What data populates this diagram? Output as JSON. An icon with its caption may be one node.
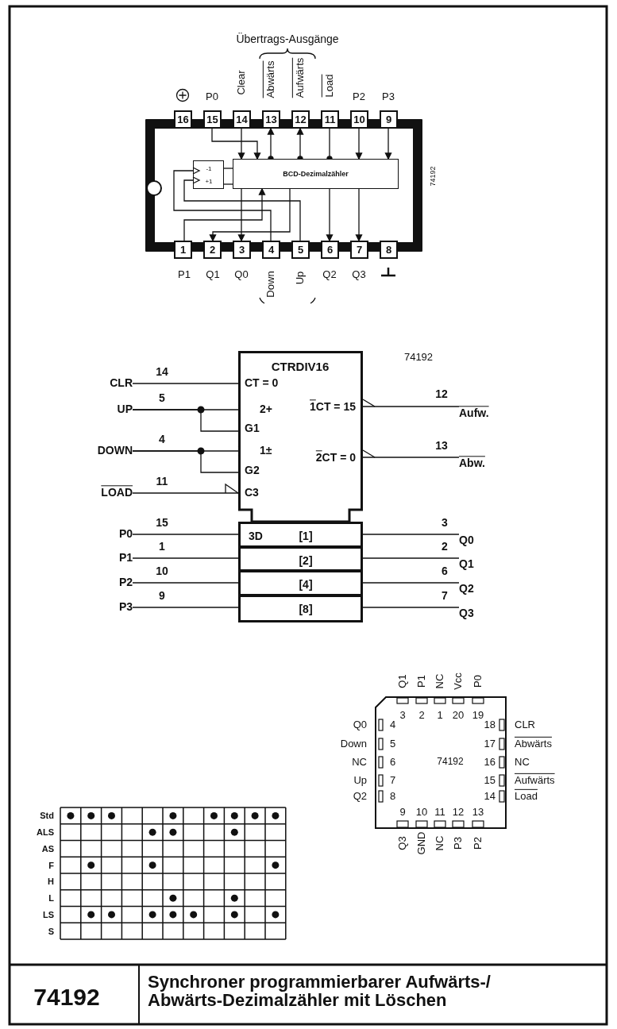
{
  "diagram": {
    "title": "Synchroner programmierbarer Aufwärts-/ Abwärts-Dezimalzähler mit Löschen",
    "nodes": [
      {
        "text": [],
        "shape": "box",
        "beside": [
          "74192"
        ]
      },
      {
        "text": [
          "BCD-Dezimalzähler"
        ],
        "in": 0
      },
      {
        "text": [
          "-1",
          "+1"
        ],
        "in": 0
      },
      {
        "text": [
          "16"
        ]
      },
      {
        "text": [
          "15"
        ],
        "beside": [
          "P0"
        ]
      },
      {
        "text": [
          "14"
        ],
        "beside": [
          "Clear"
        ]
      },
      {
        "text": [
          "13"
        ],
        "beside": [
          "Abwärts"
        ]
      },
      {
        "text": [
          "12"
        ],
        "beside": [
          "Aufwärts"
        ]
      },
      {
        "text": [
          "11"
        ],
        "beside": [
          "Load"
        ]
      },
      {
        "text": [
          "10"
        ],
        "beside": [
          "P2"
        ]
      },
      {
        "text": [
          "9"
        ],
        "beside": [
          "P3"
        ]
      },
      {
        "text": [
          "1"
        ],
        "beside": [
          "P1"
        ]
      },
      {
        "text": [
          "2"
        ],
        "beside": [
          "Q1"
        ]
      },
      {
        "text": [
          "3"
        ],
        "beside": [
          "Q0"
        ]
      },
      {
        "text": [
          "4"
        ],
        "beside": [
          "Down"
        ]
      },
      {
        "text": [
          "5"
        ],
        "beside": [
          "Up"
        ]
      },
      {
        "text": [
          "6"
        ],
        "beside": [
          "Q2"
        ]
      },
      {
        "text": [
          "7"
        ],
        "beside": [
          "Q3"
        ]
      },
      {
        "text": [
          "8"
        ]
      },
      {
        "text": [
          "CTRDIV16",
          "CT = 0",
          "2+",
          "G1",
          "1±",
          "G2",
          "C3",
          "1CT = 15",
          "2CT = 0"
        ]
      },
      {
        "text": [
          "3D",
          "[1]"
        ]
      },
      {
        "text": [
          "[2]"
        ]
      },
      {
        "text": [
          "[4]"
        ]
      },
      {
        "text": [
          "[8]"
        ]
      },
      {
        "text": [
          "CLR"
        ]
      },
      {
        "text": [
          "UP"
        ]
      },
      {
        "text": [
          "DOWN"
        ]
      },
      {
        "text": [
          "LOAD"
        ]
      },
      {
        "text": [
          "P0"
        ]
      },
      {
        "text": [
          "P1"
        ]
      },
      {
        "text": [
          "P2"
        ]
      },
      {
        "text": [
          "P3"
        ]
      },
      {
        "text": [
          "Aufw."
        ]
      },
      {
        "text": [
          "Abw."
        ]
      },
      {
        "text": [
          "Q0"
        ]
      },
      {
        "text": [
          "Q1"
        ]
      },
      {
        "text": [
          "Q2"
        ]
      },
      {
        "text": [
          "Q3"
        ]
      }
    ],
    "edges": [
      {
        "from": 4,
        "to": 1,
        "arrow": "to"
      },
      {
        "from": 5,
        "to": 1,
        "arrow": "to"
      },
      {
        "from": 1,
        "to": 6,
        "arrow": "to"
      },
      {
        "from": 1,
        "to": 7,
        "arrow": "to"
      },
      {
        "from": 8,
        "to": 1,
        "arrow": "other"
      },
      {
        "from": 9,
        "to": 1,
        "arrow": "to"
      },
      {
        "from": 10,
        "to": 1,
        "arrow": "to"
      },
      {
        "from": 1,
        "to": 13,
        "arrow": "to"
      },
      {
        "from": 1,
        "to": 12,
        "arrow": "to"
      },
      {
        "from": 11,
        "to": 1,
        "arrow": "to"
      },
      {
        "from": 1,
        "to": 16,
        "arrow": "to"
      },
      {
        "from": 1,
        "to": 17,
        "arrow": "to"
      },
      {
        "from": 14,
        "to": 2,
        "arrow": "to"
      },
      {
        "from": 15,
        "to": 2,
        "arrow": "to"
      },
      {
        "from": 2,
        "to": 1,
        "arrow": "none"
      },
      {
        "from": 2,
        "to": 1,
        "arrow": "none"
      },
      {
        "from": 24,
        "to": 19,
        "arrow": "none",
        "label": "14"
      },
      {
        "from": 25,
        "to": 19,
        "arrow": "to",
        "label": "5"
      },
      {
        "from": 25,
        "to": 19,
        "arrow": "none"
      },
      {
        "from": 26,
        "to": 19,
        "arrow": "to",
        "label": "4"
      },
      {
        "from": 26,
        "to": 19,
        "arrow": "none"
      },
      {
        "from": 27,
        "to": 19,
        "arrow": "to",
        "label": "11"
      },
      {
        "from": 19,
        "to": 32,
        "arrow": "other",
        "label": "12"
      },
      {
        "from": 19,
        "to": 33,
        "arrow": "other",
        "label": "13"
      },
      {
        "from": 28,
        "to": 20,
        "arrow": "none",
        "label": "15"
      },
      {
        "from": 29,
        "to": 21,
        "arrow": "none",
        "label": "1"
      },
      {
        "from": 30,
        "to": 22,
        "arrow": "none",
        "label": "10"
      },
      {
        "from": 31,
        "to": 23,
        "arrow": "none",
        "label": "9"
      },
      {
        "from": 20,
        "to": 34,
        "arrow": "none",
        "label": "3"
      },
      {
        "from": 21,
        "to": 35,
        "arrow": "none",
        "label": "2"
      },
      {
        "from": 22,
        "to": 36,
        "arrow": "none",
        "label": "6"
      },
      {
        "from": 23,
        "to": 37,
        "arrow": "none",
        "label": "7"
      }
    ],
    "labels": [
      "Übertrags-Ausgänge",
      "74192",
      "Q1",
      "P1",
      "NC",
      "Vcc",
      "P0",
      "3",
      "2",
      "1",
      "20",
      "19",
      "Q0",
      "4",
      "18",
      "CLR",
      "Down",
      "5",
      "17",
      "Abwärts",
      "NC",
      "6",
      "74192",
      "16",
      "NC",
      "Up",
      "7",
      "15",
      "Aufwärts",
      "Q2",
      "8",
      "14",
      "Load",
      "9",
      "10",
      "11",
      "12",
      "13",
      "Q3",
      "GND",
      "NC",
      "P3",
      "P2",
      "Std",
      "ALS",
      "AS",
      "F",
      "H",
      "L",
      "LS",
      "S",
      "74192"
    ]
  }
}
